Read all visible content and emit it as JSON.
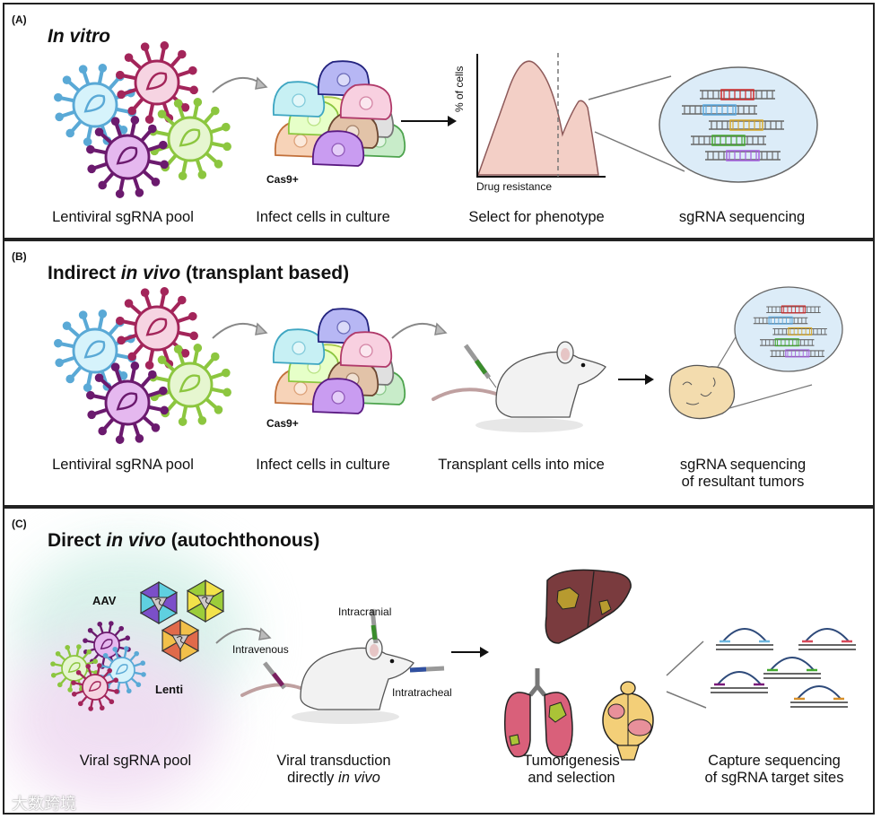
{
  "panels": [
    {
      "label": "(A)",
      "title_parts": [
        {
          "text": "In vitro",
          "italic": true
        }
      ],
      "steps": [
        "Lentiviral sgRNA pool",
        "Infect cells in culture",
        "Select for phenotype",
        "sgRNA sequencing"
      ],
      "cell_label": "Cas9+",
      "histogram": {
        "xlabel": "Drug resistance",
        "ylabel": "% of cells"
      }
    },
    {
      "label": "(B)",
      "title_parts": [
        {
          "text": "Indirect ",
          "italic": false
        },
        {
          "text": "in vivo",
          "italic": true
        },
        {
          "text": " (transplant based)",
          "italic": false
        }
      ],
      "steps": [
        "Lentiviral sgRNA pool",
        "Infect cells in culture",
        "Transplant cells into mice",
        "sgRNA sequencing",
        "of resultant tumors"
      ],
      "cell_label": "Cas9+"
    },
    {
      "label": "(C)",
      "title_parts": [
        {
          "text": "Direct ",
          "italic": false
        },
        {
          "text": "in vivo",
          "italic": true
        },
        {
          "text": " (autochthonous)",
          "italic": false
        }
      ],
      "virus_labels": {
        "aav": "AAV",
        "lenti": "Lenti"
      },
      "injection_routes": [
        "Intracranial",
        "Intravenous",
        "Intratracheal"
      ],
      "steps": {
        "pool": "Viral sgRNA pool",
        "transduction_1": "Viral transduction",
        "transduction_2_prefix": "directly ",
        "transduction_2_italic": "in vivo",
        "tumor_1": "Tumorigenesis",
        "tumor_2": "and selection",
        "capture_1": "Capture sequencing",
        "capture_2": "of sgRNA target sites"
      }
    }
  ],
  "watermark": "大数跨境",
  "colors": {
    "virus_blue": "#5aa9d6",
    "virus_crimson": "#a3255a",
    "virus_green": "#8cc63f",
    "virus_purple": "#6b1a6e",
    "histogram_fill": "#f3cfc6",
    "histogram_stroke": "#8e5a5a",
    "bubble_fill": "#dcecf8",
    "liver": "#7a3b3e",
    "lung": "#d9607a",
    "brain": "#f3cf78",
    "tumor": "#b79a2f"
  }
}
